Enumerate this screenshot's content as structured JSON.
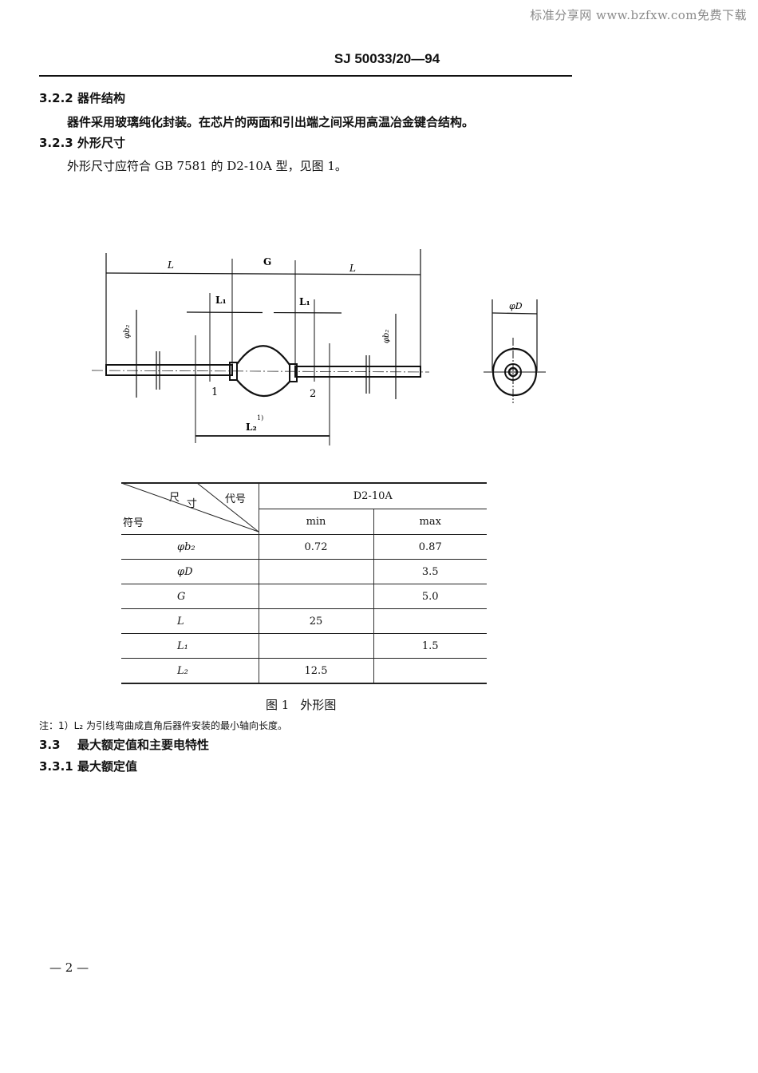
{
  "watermark": "标准分享网 www.bzfxw.com免费下载",
  "header": {
    "standard_code": "SJ 50033/20—94"
  },
  "sections": [
    {
      "number": "3.2.2",
      "title": "器件结构",
      "body": "器件采用玻璃纯化封装。在芯片的两面和引出端之间采用高温冶金键合结构。"
    },
    {
      "number": "3.2.3",
      "title": "外形尺寸",
      "body": "外形尺寸应符合 GB 7581 的 D2-10A 型，见图 1。"
    }
  ],
  "figure": {
    "labels": {
      "L_left": "L",
      "G": "G",
      "L_right": "L",
      "L1_left": "L₁",
      "L1_right": "L₁",
      "phi_b2_left": "φb₂",
      "phi_b2_right": "φb₂",
      "marker_1": "1",
      "marker_2": "2",
      "L2": "L₂",
      "L2_note": "1)",
      "phi_D": "φD"
    },
    "caption_number": "图 1",
    "caption_title": "外形图"
  },
  "table": {
    "corner": {
      "top_right": "代号",
      "diag_middle_1": "尺",
      "diag_middle_2": "寸",
      "bottom_left": "符号"
    },
    "model": "D2-10A",
    "columns": [
      "min",
      "max"
    ],
    "rows": [
      {
        "symbol": "φb₂",
        "min": "0.72",
        "max": "0.87"
      },
      {
        "symbol": "φD",
        "min": "",
        "max": "3.5"
      },
      {
        "symbol": "G",
        "min": "",
        "max": "5.0"
      },
      {
        "symbol": "L",
        "min": "25",
        "max": ""
      },
      {
        "symbol": "L₁",
        "min": "",
        "max": "1.5"
      },
      {
        "symbol": "L₂",
        "min": "12.5",
        "max": ""
      }
    ]
  },
  "note": "注：1）L₂ 为引线弯曲成直角后器件安装的最小轴向长度。",
  "sections_after": [
    {
      "number": "3.3",
      "title": "最大额定值和主要电特性"
    },
    {
      "number": "3.3.1",
      "title": "最大额定值"
    }
  ],
  "footer": {
    "page_number": "— 2 —"
  }
}
